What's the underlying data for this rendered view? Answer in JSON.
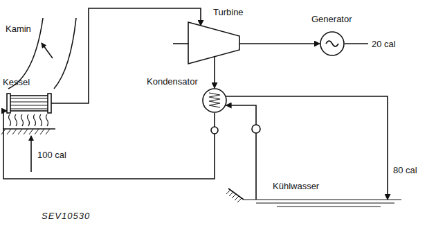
{
  "diagram": {
    "nodes": [
      {
        "text": [
          "Kessel"
        ]
      },
      {
        "text": [
          "Turbine"
        ]
      },
      {
        "text": [
          "Generator"
        ]
      },
      {
        "text": [
          "Kondensator"
        ]
      },
      {
        "text": [
          "Kühlwasser"
        ]
      }
    ],
    "edges": [
      {
        "from": 0,
        "to": 1,
        "arrow": "to"
      },
      {
        "from": 1,
        "to": 3,
        "arrow": "to"
      },
      {
        "from": 3,
        "to": 0,
        "arrow": "to"
      },
      {
        "from": 1,
        "to": 2,
        "arrow": "to"
      },
      {
        "from": 4,
        "to": 3,
        "arrow": "to"
      },
      {
        "from": 3,
        "to": 4,
        "label": "80 cal",
        "arrow": "to"
      }
    ],
    "labels": [
      "Kamin",
      "100 cal",
      "20 cal",
      "SEV10530"
    ]
  }
}
